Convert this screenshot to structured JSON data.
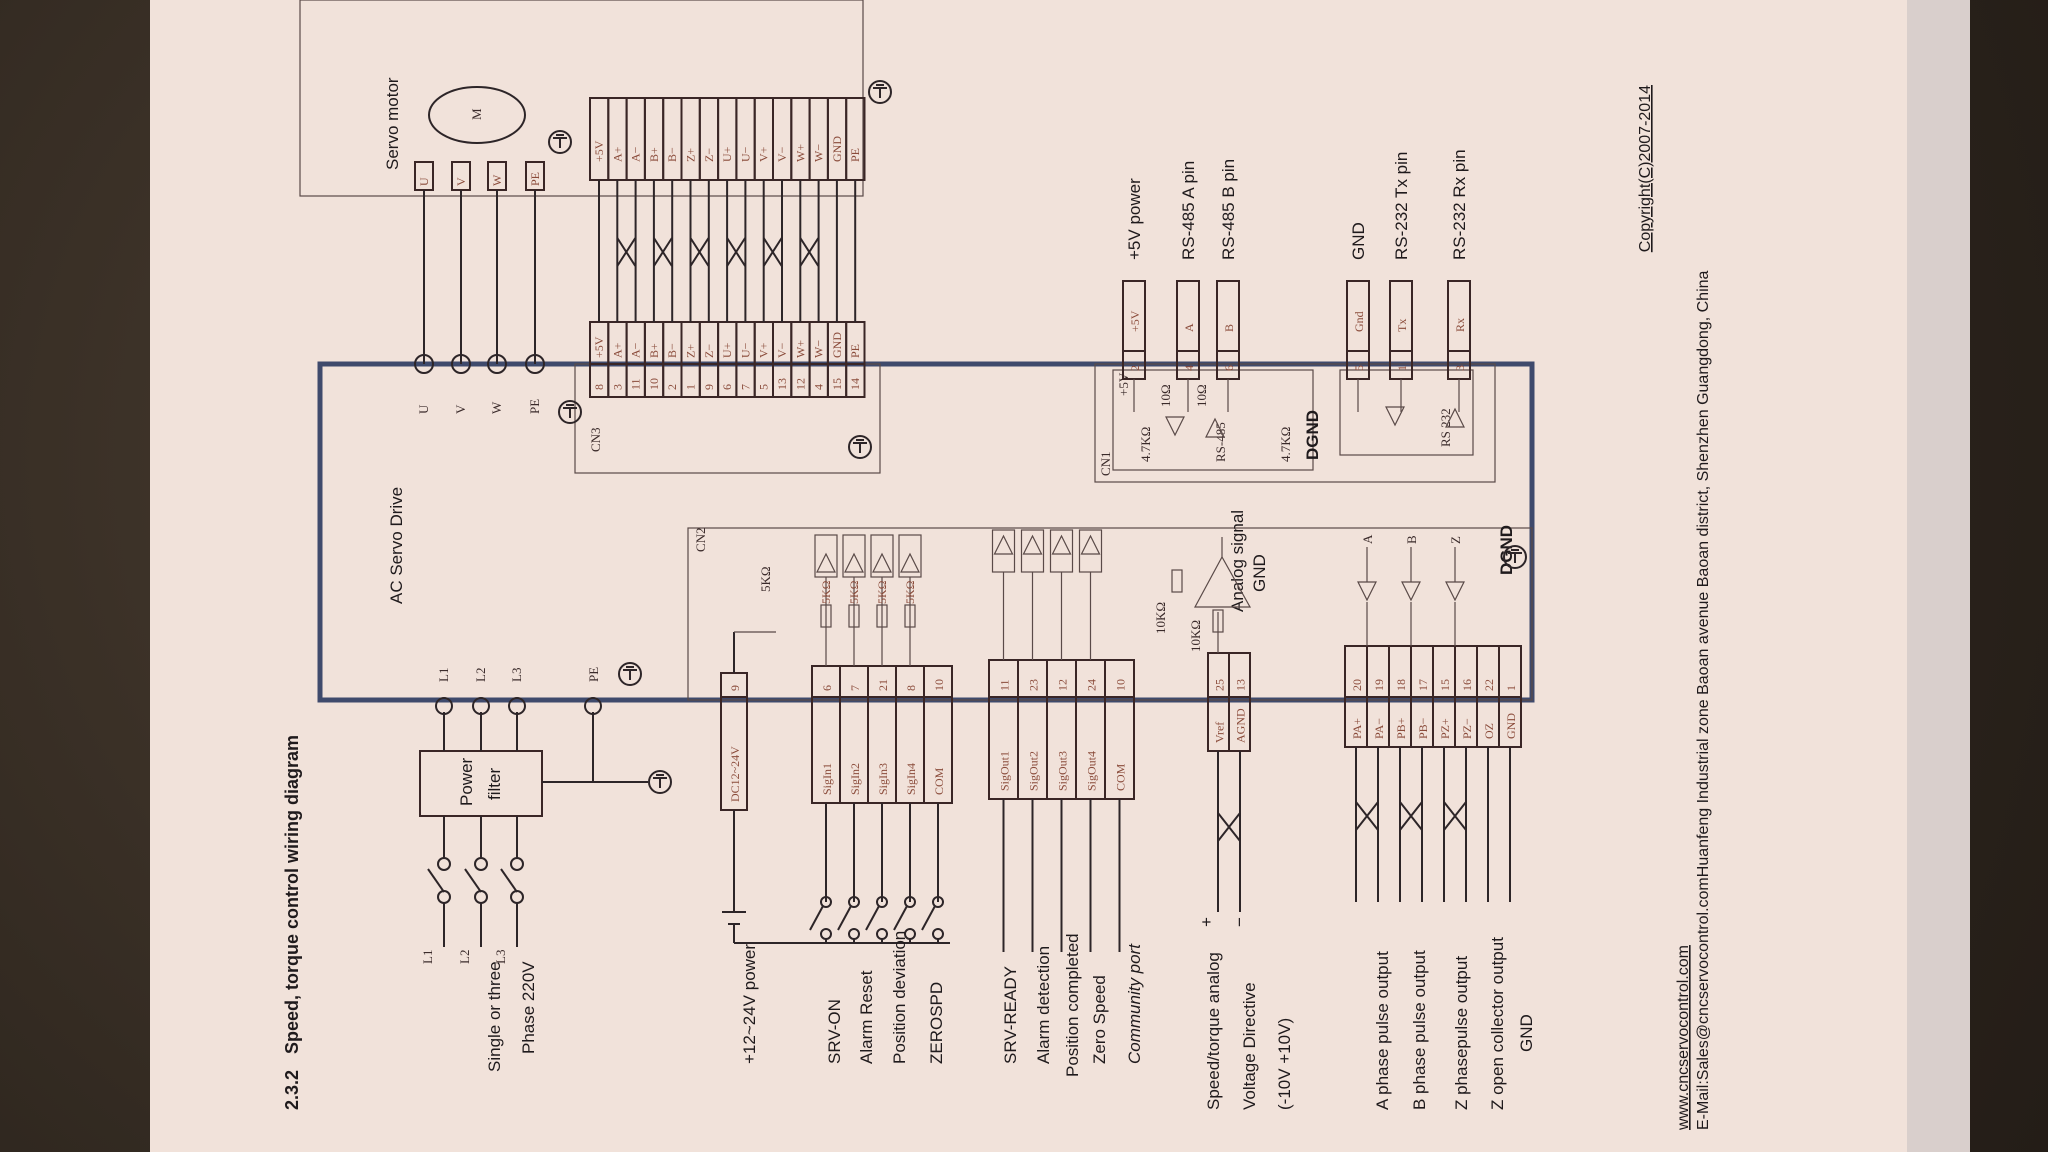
{
  "title": {
    "section": "2.3.2",
    "text": "Speed, torque control wiring diagram"
  },
  "drive_label": "AC Servo Drive",
  "motor": {
    "label": "Servo motor",
    "symbol": "M",
    "terminals": [
      "U",
      "V",
      "W",
      "PE"
    ]
  },
  "drive_power_terminals": [
    "U",
    "V",
    "W",
    "PE"
  ],
  "power_input": {
    "line1": "Single or three",
    "line2": "Phase 220V",
    "lines": [
      "L1",
      "L2",
      "L3"
    ],
    "filter_line1": "Power",
    "filter_line2": "filter",
    "drive_terminals": [
      "L1",
      "L2",
      "L3"
    ],
    "pe": "PE"
  },
  "cn3": {
    "label": "CN3",
    "motor_side": [
      "+5V",
      "A+",
      "A−",
      "B+",
      "B−",
      "Z+",
      "Z−",
      "U+",
      "U−",
      "V+",
      "V−",
      "W+",
      "W−",
      "GND",
      "PE"
    ],
    "drive_labels": [
      "+5V",
      "A+",
      "A−",
      "B+",
      "B−",
      "Z+",
      "Z−",
      "U+",
      "U−",
      "V+",
      "V−",
      "W+",
      "W−",
      "GND",
      "PE"
    ],
    "drive_pins": [
      "8",
      "3",
      "11",
      "10",
      "2",
      "1",
      "9",
      "6",
      "7",
      "5",
      "13",
      "12",
      "4",
      "15",
      "14"
    ]
  },
  "cn2": {
    "label": "CN2",
    "power": {
      "text": "+12~24V power",
      "block": "DC12~24V",
      "pin": "9"
    },
    "input_resistor": "5KΩ",
    "input_resistors": [
      "5KΩ",
      "5KΩ",
      "5KΩ",
      "5KΩ"
    ],
    "inputs": {
      "labels": [
        "SRV-ON",
        "Alarm Reset",
        "Position deviation",
        "ZEROSPD"
      ],
      "rows": [
        [
          "SigIn1",
          "6"
        ],
        [
          "SigIn2",
          "7"
        ],
        [
          "SigIn3",
          "21"
        ],
        [
          "SigIn4",
          "8"
        ],
        [
          "COM",
          "10"
        ]
      ]
    },
    "outputs": {
      "labels": [
        "SRV-READY",
        "Alarm detection",
        "Position completed",
        "Zero Speed",
        "Community port"
      ],
      "rows": [
        [
          "SigOut1",
          "11"
        ],
        [
          "SigOut2",
          "23"
        ],
        [
          "SigOut3",
          "12"
        ],
        [
          "SigOut4",
          "24"
        ],
        [
          "COM",
          "10"
        ]
      ]
    },
    "analog": {
      "labels": [
        "Speed/torque analog",
        "Voltage Directive",
        "(-10V +10V)"
      ],
      "plus": "+",
      "minus": "−",
      "rows": [
        [
          "Vref",
          "25"
        ],
        [
          "AGND",
          "13"
        ]
      ],
      "resistors": [
        "10KΩ",
        "10KΩ"
      ],
      "signal_gnd_line1": "Analog signal",
      "signal_gnd_line2": "GND"
    },
    "pulse": {
      "labels": [
        "A phase pulse output",
        "B phase pulse output",
        "Z phasepulse output",
        "Z open collector output",
        "GND"
      ],
      "rows": [
        [
          "PA+",
          "20"
        ],
        [
          "PA−",
          "19"
        ],
        [
          "PB+",
          "18"
        ],
        [
          "PB−",
          "17"
        ],
        [
          "PZ+",
          "15"
        ],
        [
          "PZ−",
          "16"
        ],
        [
          "OZ",
          "22"
        ],
        [
          "GND",
          "1"
        ]
      ],
      "driver_labels": [
        "A",
        "B",
        "Z"
      ],
      "dgnd": "DGND"
    }
  },
  "cn1": {
    "label": "CN1",
    "pins": [
      {
        "pin": "2",
        "name": "+5V",
        "desc": "+5V power"
      },
      {
        "pin": "4",
        "name": "A",
        "desc": "RS-485 A pin"
      },
      {
        "pin": "6",
        "name": "B",
        "desc": "RS-485 B pin"
      },
      {
        "pin": "5",
        "name": "Gnd",
        "desc": "GND"
      },
      {
        "pin": "1",
        "name": "Tx",
        "desc": "RS-232 Tx pin"
      },
      {
        "pin": "3",
        "name": "Rx",
        "desc": "RS-232 Rx pin"
      }
    ],
    "rs485": {
      "label": "RS-485",
      "vcc": "+5V",
      "r_pull1": "4.7KΩ",
      "r_a": "10Ω",
      "r_b": "10Ω",
      "r_pull2": "4.7KΩ"
    },
    "rs232": "RS 232",
    "dgnd": "DGND"
  },
  "footer": {
    "website": "www.cncservocontrol.com",
    "email_address": "E-Mail:Sales@cncservocontrol.comHuanfeng Industrial zone Baoan avenue Baoan district, Shenzhen Guangdong, China",
    "copyright": "Copyright(C)2007-2014"
  }
}
